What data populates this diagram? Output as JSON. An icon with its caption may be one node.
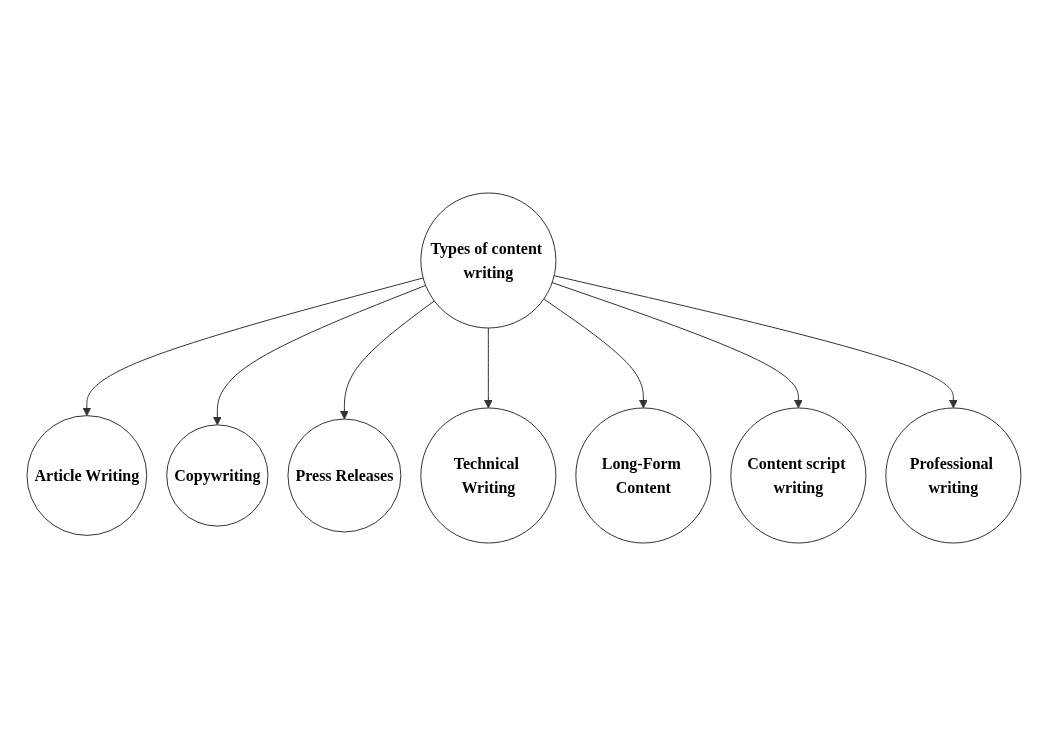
{
  "diagram": {
    "nodes": [
      {
        "text": [
          "Types of content writing"
        ]
      },
      {
        "text": [
          "Article Writing"
        ]
      },
      {
        "text": [
          "Copywriting"
        ]
      },
      {
        "text": [
          "Press Releases"
        ]
      },
      {
        "text": [
          "Technical Writing"
        ]
      },
      {
        "text": [
          "Long-Form Content"
        ]
      },
      {
        "text": [
          "Content script writing"
        ]
      },
      {
        "text": [
          "Professional writing"
        ]
      }
    ],
    "edges": [
      {
        "from": 0,
        "to": 1,
        "arrow": "to"
      },
      {
        "from": 0,
        "to": 2,
        "arrow": "to"
      },
      {
        "from": 0,
        "to": 3,
        "arrow": "to"
      },
      {
        "from": 0,
        "to": 4,
        "arrow": "to"
      },
      {
        "from": 0,
        "to": 5,
        "arrow": "to"
      },
      {
        "from": 0,
        "to": 6,
        "arrow": "to"
      },
      {
        "from": 0,
        "to": 7,
        "arrow": "to"
      }
    ]
  }
}
